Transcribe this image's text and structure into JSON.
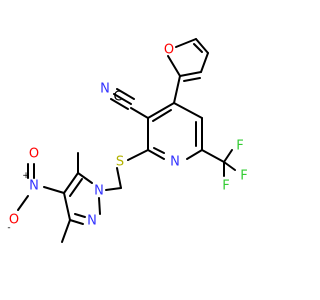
{
  "colors": {
    "bond": "#000000",
    "carbon": "#000000",
    "nitrogen": "#3333ff",
    "oxygen": "#ff0000",
    "sulfur": "#b2b200",
    "fluorine": "#33cc33",
    "charge": "#000000"
  },
  "atoms": {
    "furan_oxygen": "O",
    "nitrile_nitrogen": "N",
    "pyridine_nitrogen": "N",
    "thioether_sulfur": "S",
    "fluorine_1": "F",
    "fluorine_2": "F",
    "fluorine_3": "F",
    "pyrazole_n1": "N",
    "pyrazole_n2": "N",
    "nitro_nitrogen": "N",
    "nitro_oxygen_double": "O",
    "nitro_oxygen_single": "O"
  },
  "charges": {
    "nitro_nitrogen_charge": "+",
    "nitro_oxygen_charge": "-"
  }
}
